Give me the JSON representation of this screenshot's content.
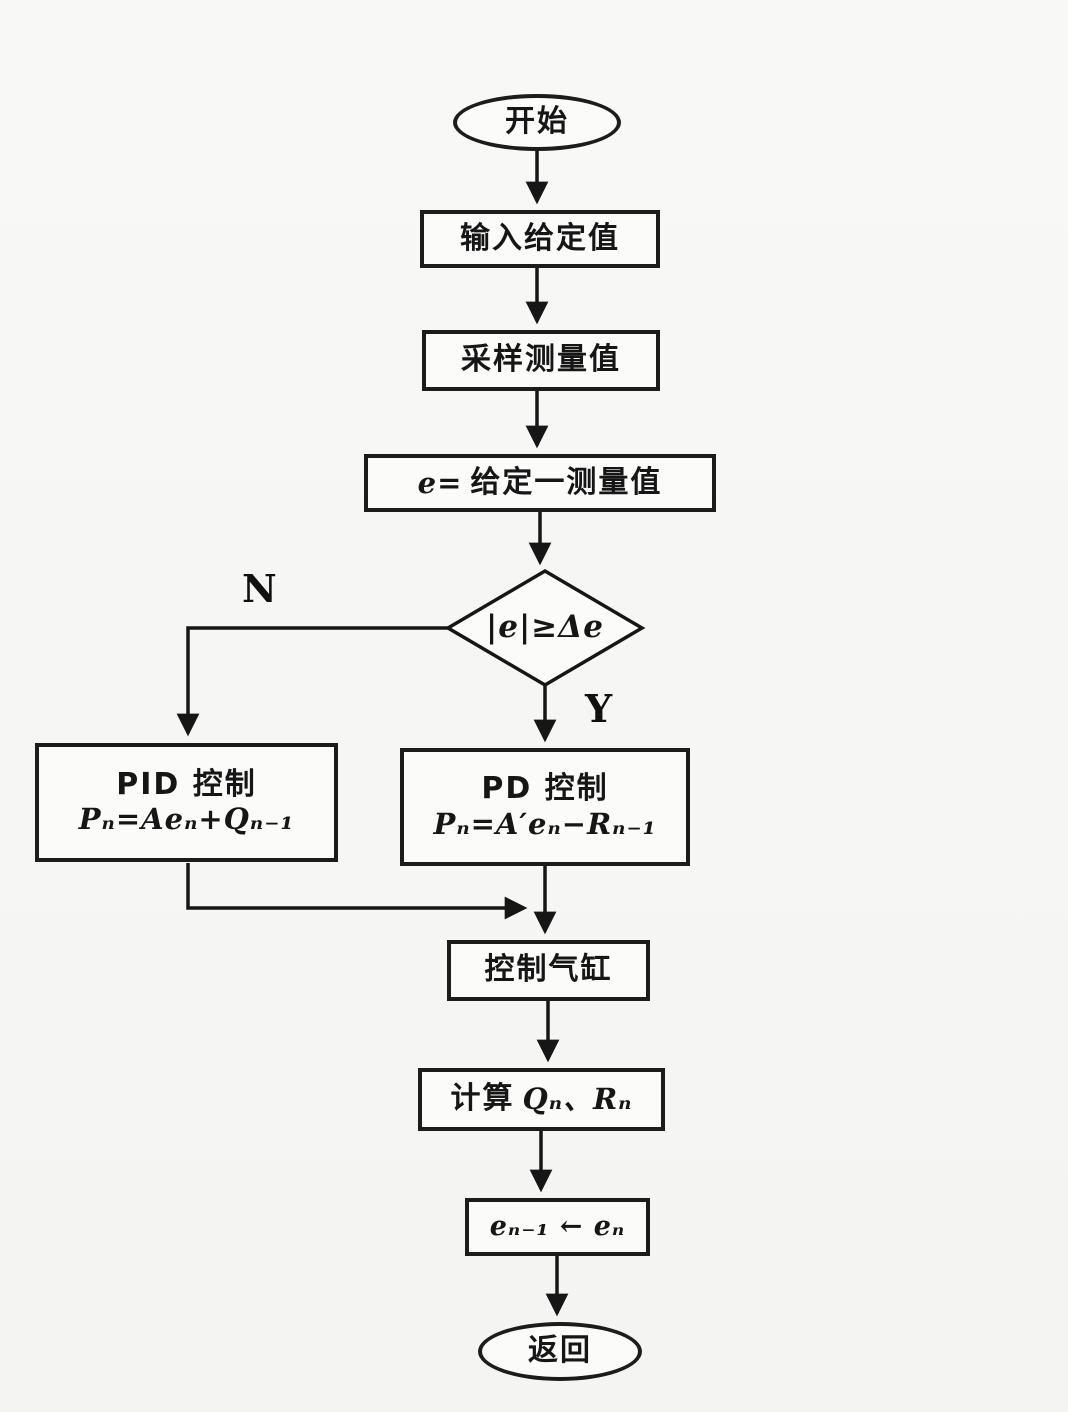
{
  "nodes": {
    "start": "开始",
    "input_setpoint": "输入给定值",
    "sample_measurement": "采样测量值",
    "error_var": "e=",
    "error_text": "给定一测量值",
    "decision": "|e|≥Δe",
    "pid_title": "PID 控制",
    "pid_formula": "Pₙ=Aeₙ+Qₙ₋₁",
    "pd_title": "PD 控制",
    "pd_formula": "Pₙ=A′eₙ−Rₙ₋₁",
    "control_cylinder": "控制气缸",
    "calc_prefix": "计算",
    "calc_math": "Qₙ、Rₙ",
    "update_error": "eₙ₋₁ ← eₙ",
    "end": "返回"
  },
  "branches": {
    "no": "N",
    "yes": "Y"
  },
  "colors": {
    "stroke": "#161616",
    "background": "#f6f6f5",
    "node_fill": "#fbfbfa"
  }
}
